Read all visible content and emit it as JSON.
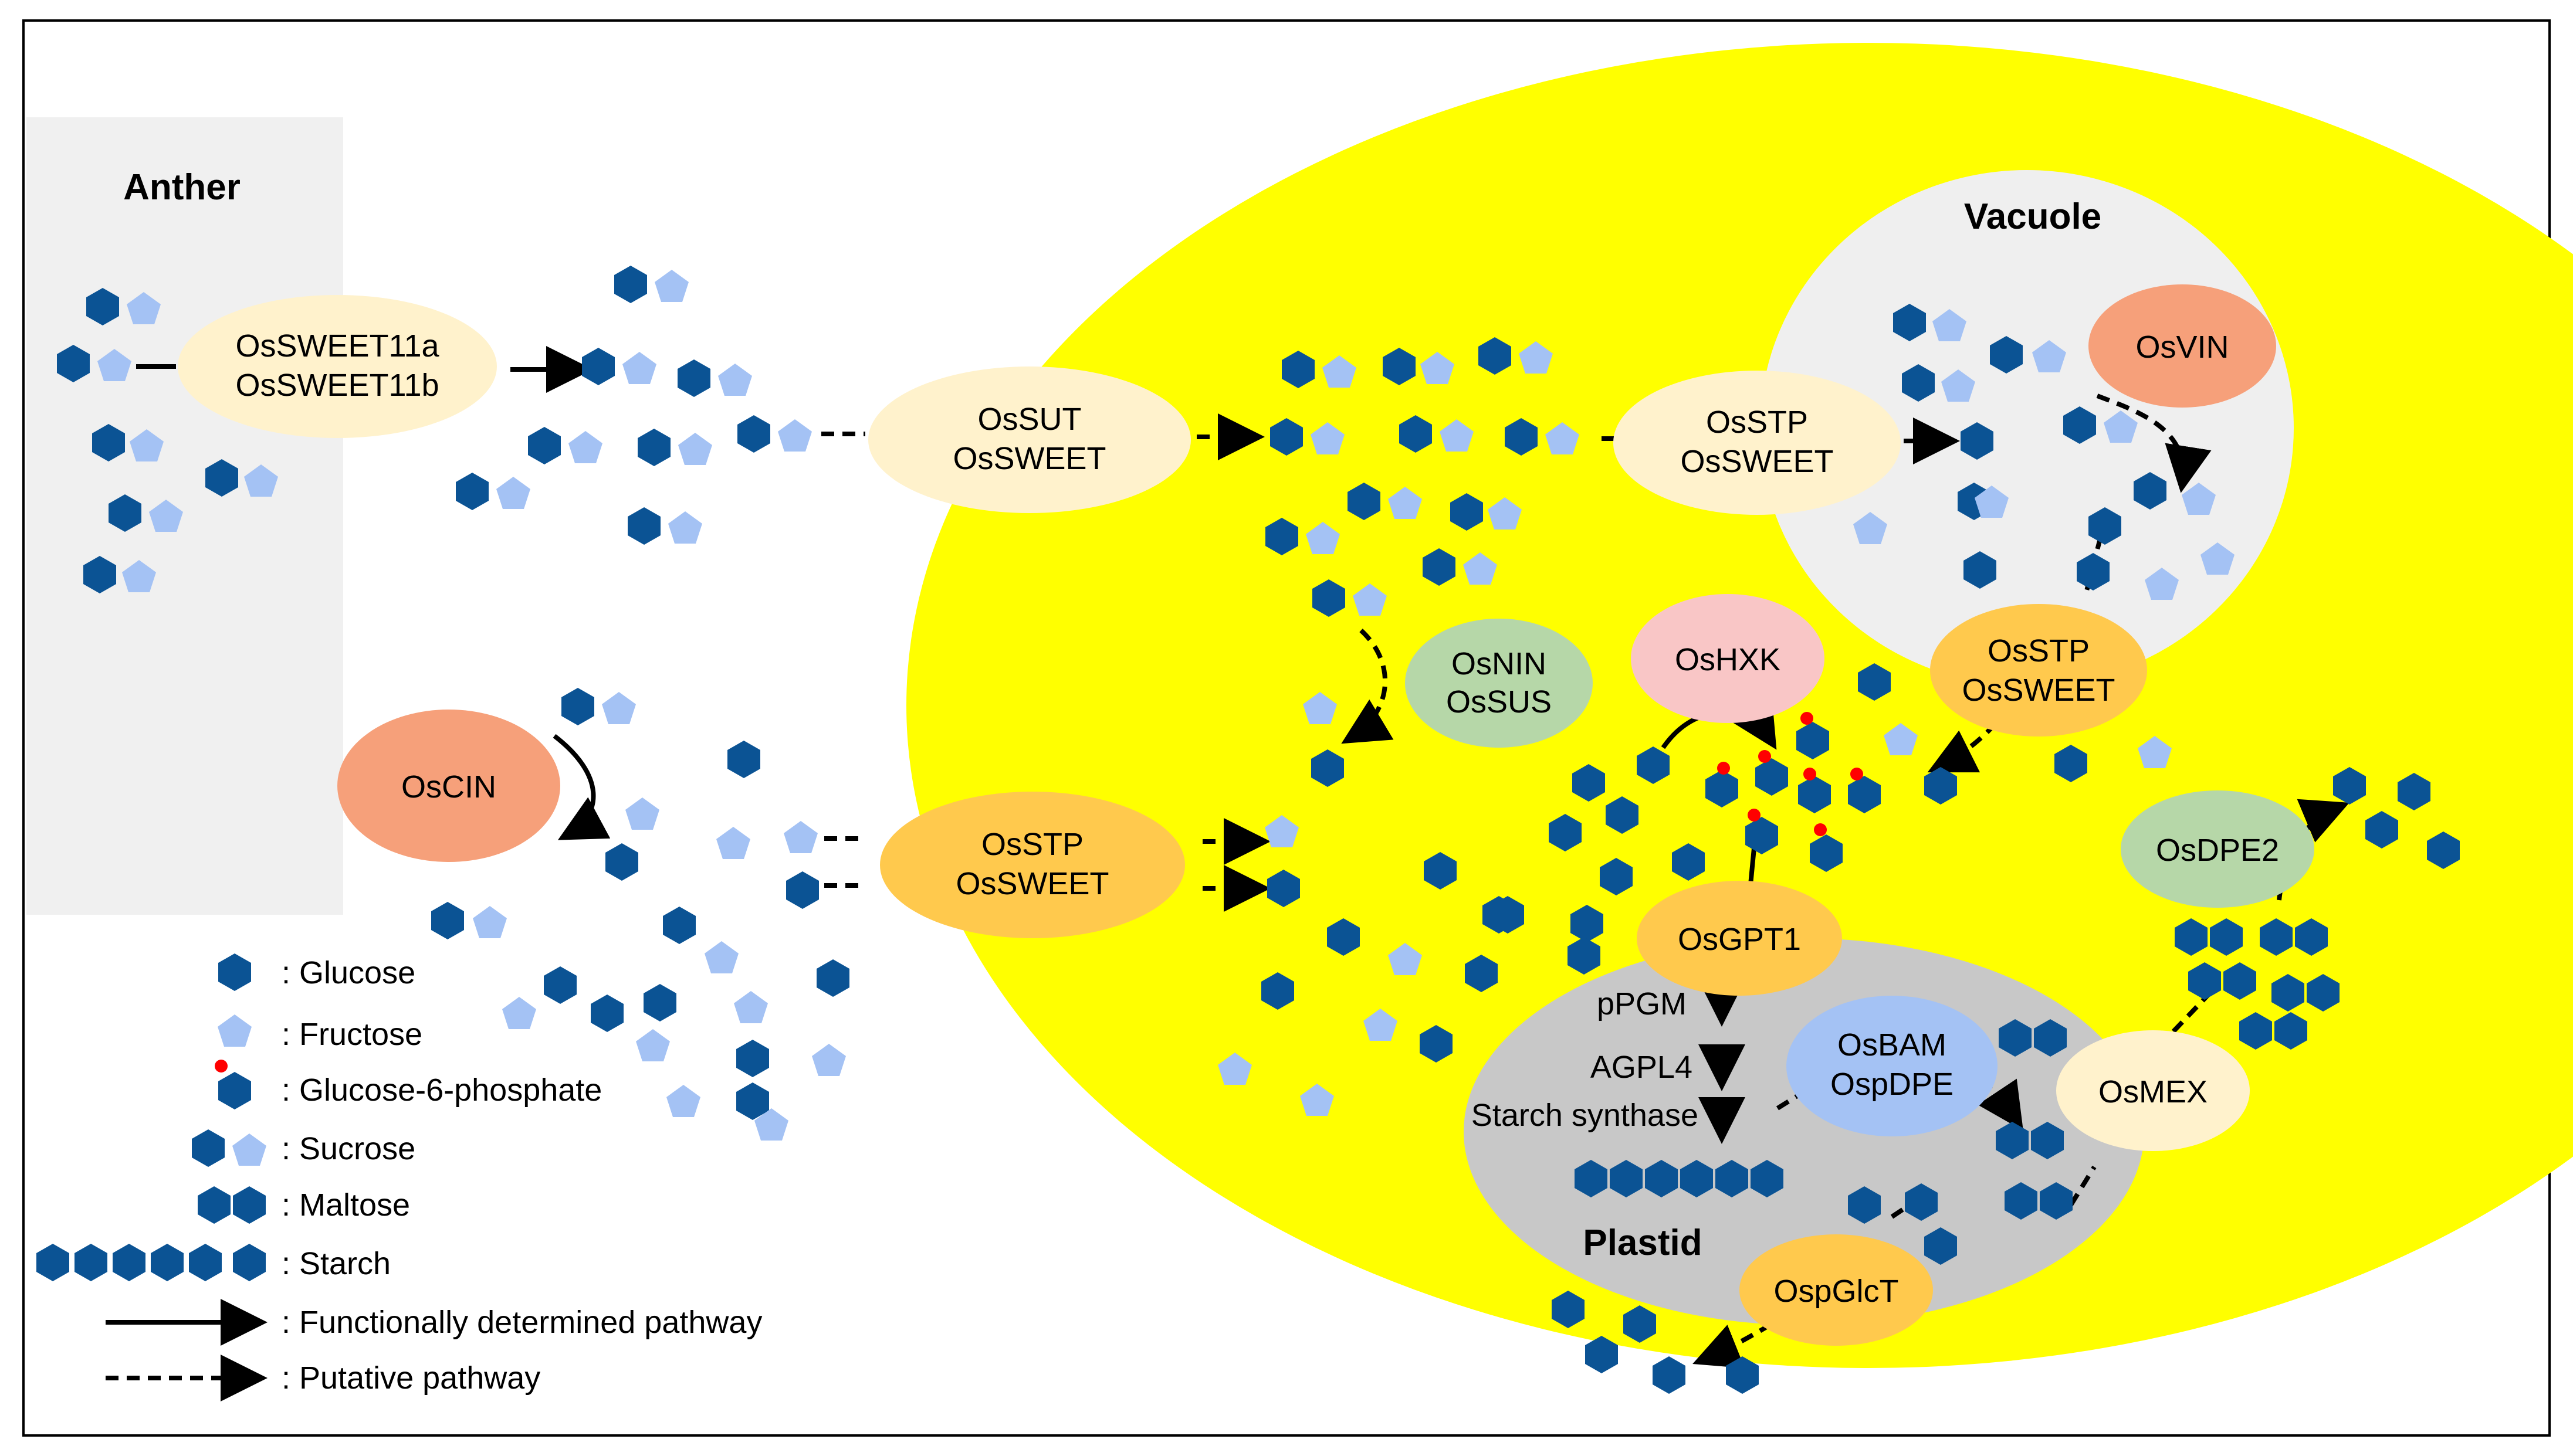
{
  "regions": {
    "anther": "Anther",
    "vacuole": "Vacuole",
    "plastid": "Plastid"
  },
  "enzymes": {
    "sweet11": [
      "OsSWEET11a",
      "OsSWEET11b"
    ],
    "sut": [
      "OsSUT",
      "OsSWEET"
    ],
    "stp_vac": [
      "OsSTP",
      "OsSWEET"
    ],
    "vin": "OsVIN",
    "nin": [
      "OsNIN",
      "OsSUS"
    ],
    "hxk": "OsHXK",
    "stp_vac_out": [
      "OsSTP",
      "OsSWEET"
    ],
    "cin": "OsCIN",
    "stp_main": [
      "OsSTP",
      "OsSWEET"
    ],
    "dpe2": "OsDPE2",
    "gpt1": "OsGPT1",
    "bam": [
      "OsBAM",
      "OspDPE"
    ],
    "mex": "OsMEX",
    "glct": "OspGlcT"
  },
  "plastid_steps": [
    "pPGM",
    "AGPL4",
    "Starch synthase"
  ],
  "legend": [
    {
      "icon": "glucose",
      "label": ": Glucose"
    },
    {
      "icon": "fructose",
      "label": ": Fructose"
    },
    {
      "icon": "g6p",
      "label": ": Glucose-6-phosphate"
    },
    {
      "icon": "sucrose",
      "label": ": Sucrose"
    },
    {
      "icon": "maltose",
      "label": ": Maltose"
    },
    {
      "icon": "starch",
      "label": ": Starch"
    },
    {
      "icon": "solid-arrow",
      "label": ": Functionally determined pathway"
    },
    {
      "icon": "dashed-arrow",
      "label": ": Putative pathway"
    }
  ],
  "colors": {
    "glucose": "#0b5394",
    "fructose": "#a4c2f4",
    "cell": "#ffff00",
    "vacuole": "#efefef",
    "plastid": "#c8c8c8",
    "anther_bg": "#f0f0f0",
    "ellipse_cream": "#fff2cc",
    "ellipse_orange": "#ffc94d",
    "ellipse_salmon": "#f6a07a",
    "ellipse_green": "#b6d7a8",
    "ellipse_pink": "#f9c6c6",
    "ellipse_blue": "#a4c2f4",
    "g6p_dot": "#ff0000"
  }
}
